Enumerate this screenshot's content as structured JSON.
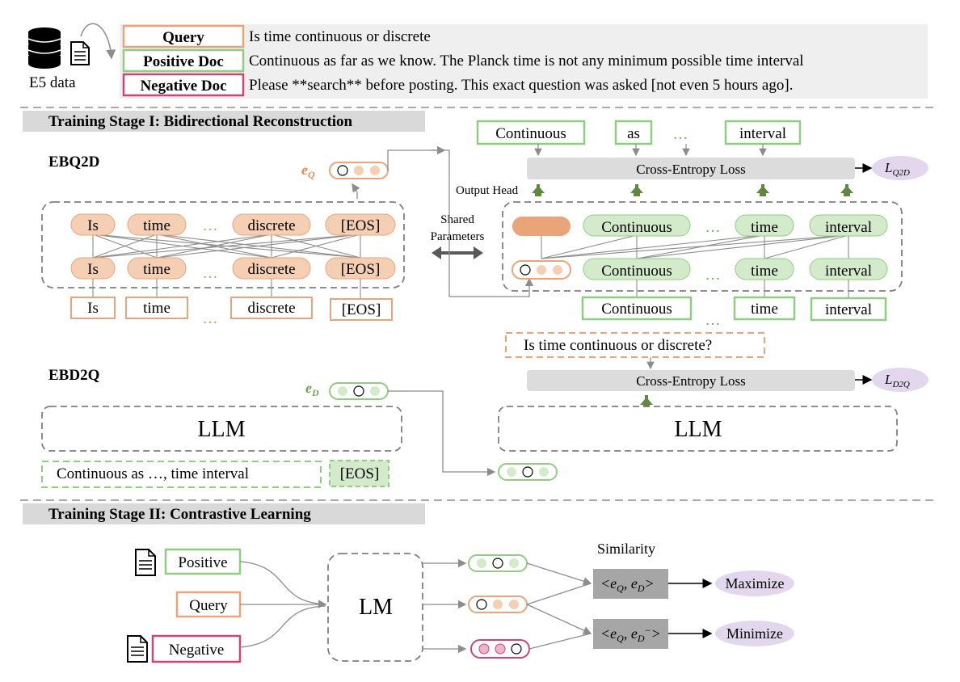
{
  "colors": {
    "orange_border": "#e9a47a",
    "orange_fill": "#f5cfb3",
    "orange_dark": "#e9a47a",
    "green_border": "#8fce82",
    "green_fill": "#d4ebcb",
    "pink_border": "#c9457a",
    "pink_fill": "#f0b3c8",
    "gray_box": "#dcdcdc",
    "gray_banner": "#d9d9d9",
    "gray_line": "#8c8c8c",
    "dash_gray": "#7f7f7f",
    "arrow_green": "#5e8a3e",
    "purple_fill": "#e2d7ec",
    "label_orange": "#e08a4f",
    "label_green": "#6aa84f"
  },
  "header": {
    "data_label": "E5 data",
    "query_label": "Query",
    "query_text": "Is time continuous or discrete",
    "positive_label": "Positive Doc",
    "positive_text": "Continuous as far as we know. The Planck time is not any minimum possible time interval",
    "negative_label": "Negative Doc",
    "negative_text": "Please **search** before posting. This exact question was asked [not even 5 hours ago]."
  },
  "stage1": {
    "banner": "Training Stage I: Bidirectional Reconstruction",
    "ebq2d": {
      "label": "EBQ2D",
      "embed_label": "e",
      "embed_sub": "Q",
      "tokens": [
        "Is",
        "time",
        "…",
        "discrete",
        "[EOS]"
      ],
      "shared_label": "Shared",
      "shared_label2": "Parameters",
      "output_head": "Output Head",
      "targets": [
        "Continuous",
        "as",
        "…",
        "interval"
      ],
      "loss": "Cross-Entropy Loss",
      "loss_label": "L",
      "loss_sub": "Q2D",
      "decoder_tokens": [
        "Continuous",
        "…",
        "time",
        "interval"
      ],
      "decoder_inputs": [
        "Continuous",
        "…",
        "time",
        "interval"
      ]
    },
    "ebd2q": {
      "label": "EBD2Q",
      "embed_label": "e",
      "embed_sub": "D",
      "llm_left": "LLM",
      "llm_right": "LLM",
      "doc_input": "Continuous as …, time interval",
      "eos": "[EOS]",
      "target_query": "Is time continuous or discrete?",
      "loss": "Cross-Entropy Loss",
      "loss_label": "L",
      "loss_sub": "D2Q"
    }
  },
  "stage2": {
    "banner": "Training Stage II: Contrastive Learning",
    "positive": "Positive",
    "query": "Query",
    "negative": "Negative",
    "lm": "LM",
    "similarity": "Similarity",
    "sim_pos": "<e",
    "maximize": "Maximize",
    "minimize": "Minimize"
  }
}
